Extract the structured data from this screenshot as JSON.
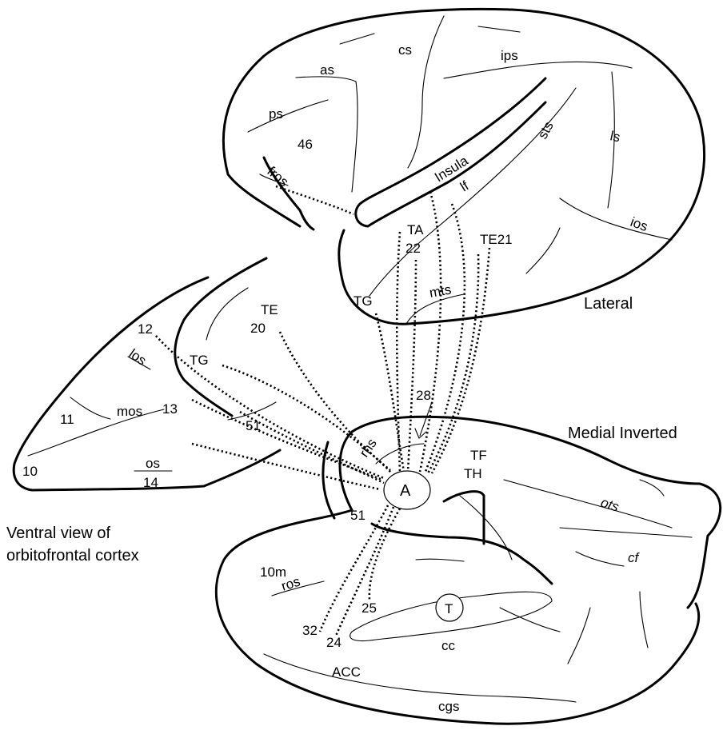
{
  "views": {
    "lateral": "Lateral",
    "medial": "Medial Inverted",
    "ventral_line1": "Ventral view of",
    "ventral_line2": "orbitofrontal cortex"
  },
  "lateral_labels": {
    "cs": "cs",
    "ips": "ips",
    "as": "as",
    "ps": "ps",
    "a46": "46",
    "fros": "fros",
    "insula": "Insula",
    "lf": "lf",
    "sts": "sts",
    "ls": "ls",
    "ios": "ios",
    "ta": "TA",
    "a22": "22",
    "te21": "TE21",
    "tg": "TG",
    "mts": "mts"
  },
  "orbital_labels": {
    "a12": "12",
    "los": "los",
    "tg": "TG",
    "te": "TE",
    "a20": "20",
    "mos": "mos",
    "a13": "13",
    "a11": "11",
    "a51": "51",
    "a10": "10",
    "os": "os",
    "a14": "14"
  },
  "medial_labels": {
    "a28": "28",
    "rhs": "rhs",
    "tf": "TF",
    "th": "TH",
    "ots": "ots",
    "a51": "51",
    "cf": "cf",
    "a10m": "10m",
    "ros": "ros",
    "a25": "25",
    "a32": "32",
    "a24": "24",
    "cc": "cc",
    "acc": "ACC",
    "cgs": "cgs"
  },
  "nuclei": {
    "amygdala": "A",
    "thalamus": "T"
  }
}
